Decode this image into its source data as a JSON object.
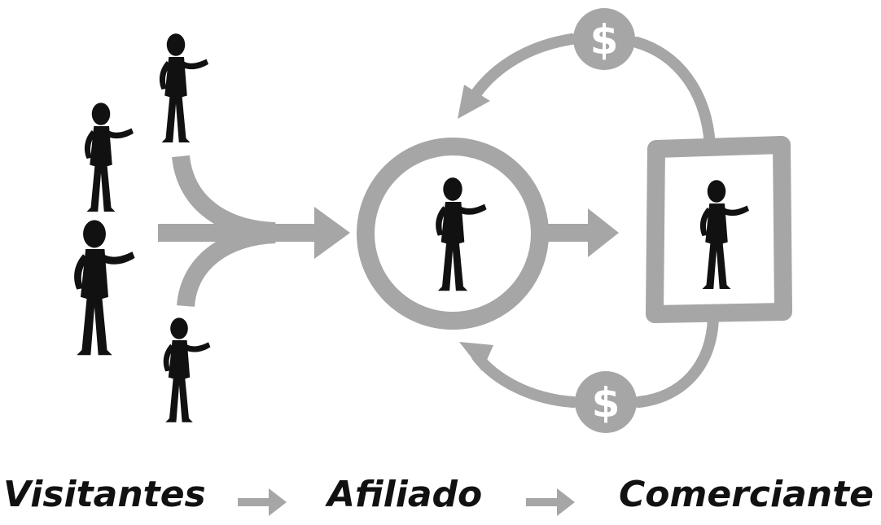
{
  "colors": {
    "figure": "#111111",
    "flow": "#a6a6a6",
    "coin_text": "#ffffff",
    "label_text": "#111111"
  },
  "icons": {
    "visitor": "person-silhouette-icon",
    "affiliate": "person-in-circle-icon",
    "merchant": "person-in-frame-icon",
    "money": "dollar-coin-icon",
    "flow": "arrow-right-icon"
  },
  "coins": {
    "top_symbol": "$",
    "bottom_symbol": "$"
  },
  "labels": {
    "visitors": "Visitantes",
    "affiliate": "Afiliado",
    "merchant": "Comerciante"
  }
}
